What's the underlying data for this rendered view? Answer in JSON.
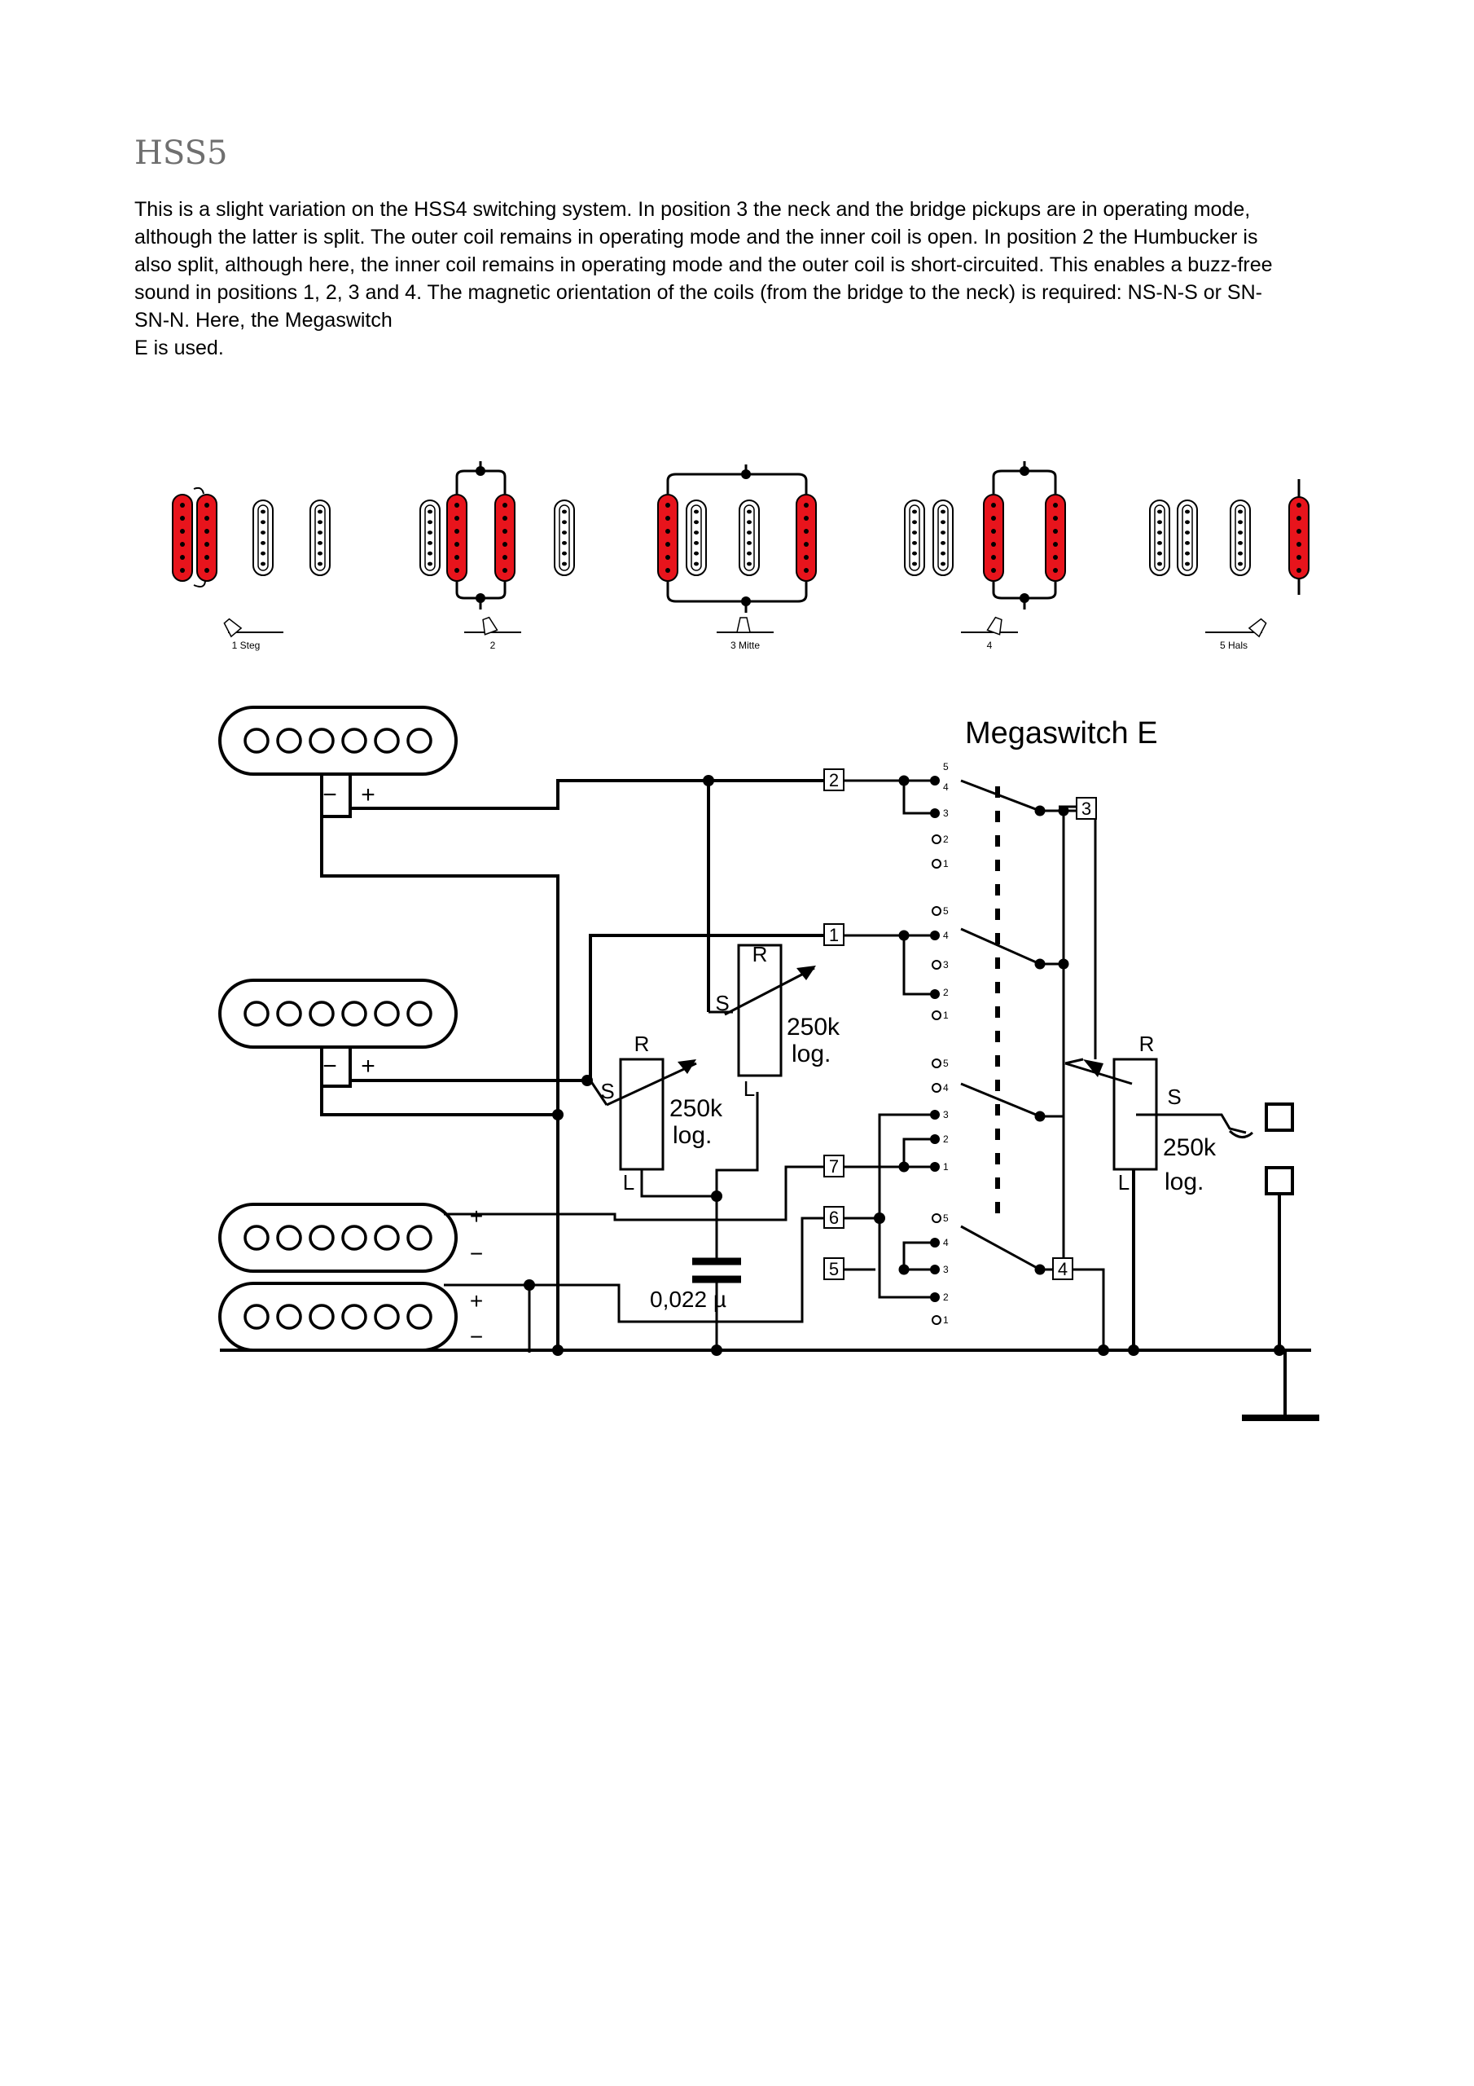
{
  "title": "HSS5",
  "body_lines": [
    "This is a slight variation on the HSS4 switching system. In position 3 the neck and the bridge pickups are in operating mode,",
    "although the latter is split. The outer coil remains in operating mode and the inner coil is open. In position 2 the Humbucker is",
    "also split, although here, the inner coil remains in operating mode and the outer coil is short-circuited. This enables a buzz-free",
    "sound in positions 1, 2, 3 and 4. The magnetic orientation of the coils (from the bridge to the neck) is required: NS-N-S or SN-",
    "SN-N. Here, the Megaswitch",
    "E is used."
  ],
  "positions": {
    "labels": [
      "1 Steg",
      "2",
      "3 Mitte",
      "4",
      "5 Hals"
    ]
  },
  "schematic": {
    "switch_label": "Megaswitch E",
    "terminals": [
      "1",
      "2",
      "3",
      "4",
      "5",
      "6",
      "7"
    ],
    "pot_value": "250k",
    "pot_taper": "log.",
    "pot_pins": {
      "r": "R",
      "s": "S",
      "l": "L"
    },
    "capacitor": "0,022 µ",
    "polarity": {
      "plus": "+",
      "minus": "−"
    },
    "contact_numbers": [
      "5",
      "4",
      "3",
      "2",
      "1"
    ]
  },
  "colors": {
    "active_coil": "#e8141c",
    "wire": "#000000",
    "title": "#6f6f6f"
  }
}
